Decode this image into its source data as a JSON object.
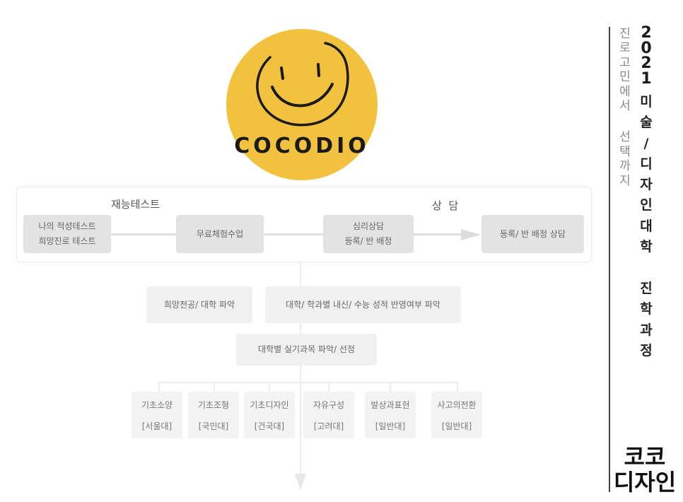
{
  "logo": {
    "text": "COCODIO"
  },
  "sections": {
    "left_title": "재능테스트",
    "right_title": "상  담"
  },
  "flow_boxes": [
    {
      "lines": [
        "나의 적성테스트",
        "희망진로 테스트"
      ]
    },
    {
      "lines": [
        "무료체험수업"
      ]
    },
    {
      "lines": [
        "심리상담",
        "등록/ 반 배정"
      ]
    },
    {
      "lines": [
        "등록/ 반 배정 상담"
      ]
    }
  ],
  "middle_boxes": {
    "hope": "희망전공/ 대학 파악",
    "school": "대학/ 학과별 내신/ 수능 성적 반영여부 파악",
    "practical": "대학별 실기과목 파악/ 선정"
  },
  "universities": [
    {
      "subject": "기초소양",
      "school": "[서울대]"
    },
    {
      "subject": "기초조형",
      "school": "[국민대]"
    },
    {
      "subject": "기초디자인",
      "school": "[건국대]"
    },
    {
      "subject": "자유구성",
      "school": "[고려대]"
    },
    {
      "subject": "발상과표현",
      "school": "[일반대]"
    },
    {
      "subject": "사고의전환",
      "school": "[일반대]"
    }
  ],
  "side": {
    "subtitle_chars": [
      "진",
      "로",
      "고",
      "민",
      "에",
      "서",
      " ",
      "선",
      "택",
      "까",
      "지"
    ],
    "year_chars": [
      "2",
      "0",
      "2",
      "1"
    ],
    "title_chars": [
      "미",
      "술",
      "/",
      "디",
      "자",
      "인",
      "대",
      "학",
      " ",
      "진",
      "학",
      "과",
      "정"
    ],
    "brand_lines": [
      "코코",
      "디자인"
    ]
  }
}
